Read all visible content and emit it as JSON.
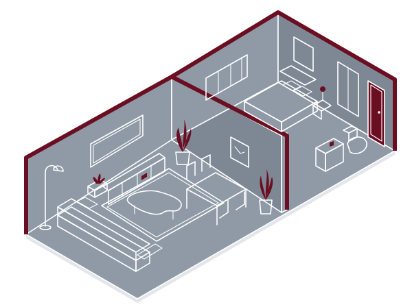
{
  "colors": {
    "background": "#ffffff",
    "floor": "#8f9aa6",
    "wall": "#8f9aa6",
    "wall_shadow": "#7d8894",
    "wall_edge": "#6b0e22",
    "line": "#ffffff",
    "accent": "#6b0e22",
    "ground_edge": "#e3e6ea"
  },
  "rooms": [
    {
      "id": "living-room",
      "contents": [
        "sofa",
        "floor-lamp",
        "tv",
        "tv-console",
        "potted-plant",
        "coffee-table",
        "rug",
        "dining-table",
        "chairs",
        "wall-art",
        "tall-plant"
      ]
    },
    {
      "id": "bedroom",
      "contents": [
        "bed",
        "pillows",
        "nightstand",
        "bedside-lamp",
        "window-curtains",
        "wall-art",
        "wardrobe",
        "entry-door",
        "sink",
        "toilet"
      ]
    }
  ]
}
